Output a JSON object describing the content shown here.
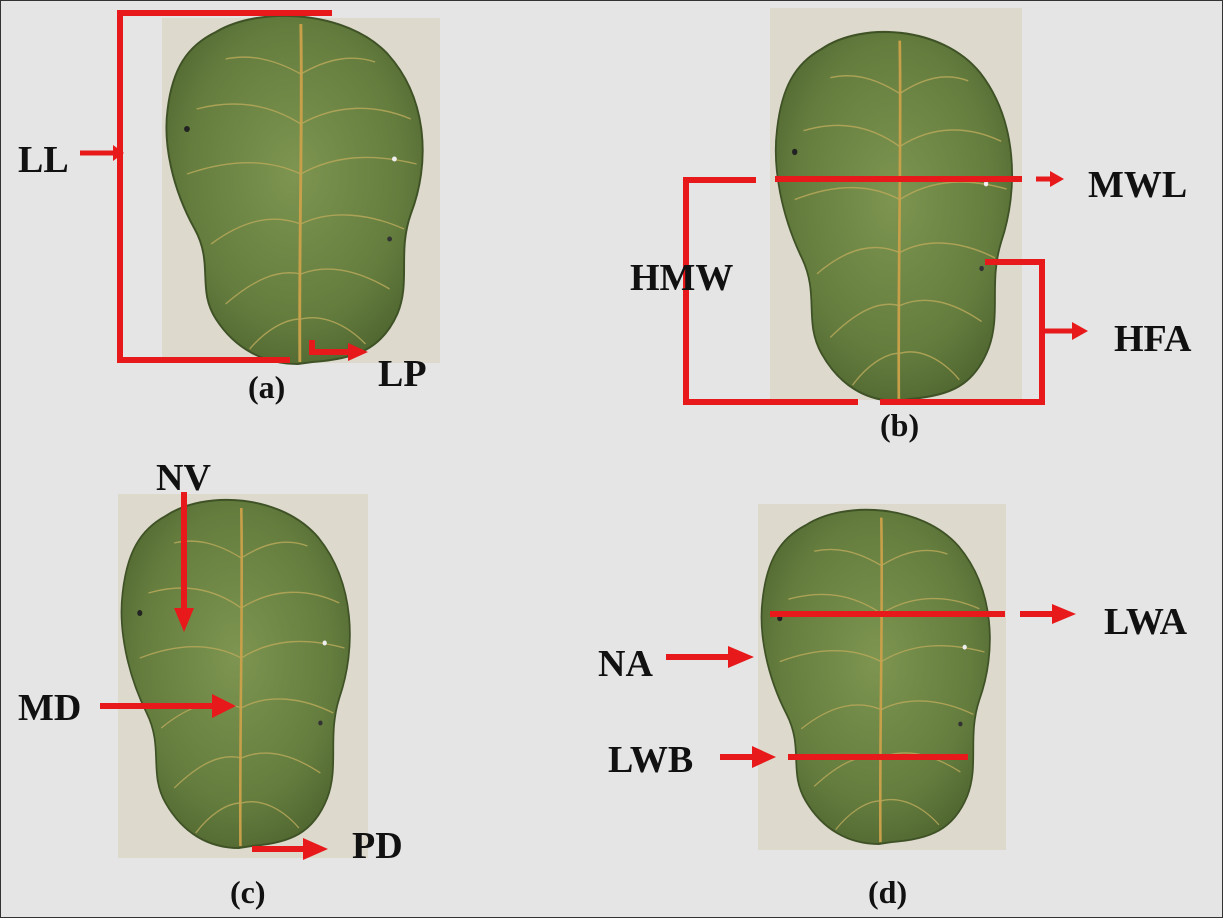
{
  "colors": {
    "background": "#e5e5e5",
    "annotation": "#e8191a",
    "leaf": "#6b8443",
    "leaf_vein": "#b8a85a",
    "backdrop": "#ddd9cd",
    "label": "#111111"
  },
  "panels": {
    "a": {
      "caption": "(a)",
      "labels": {
        "ll": "LL",
        "lp": "LP"
      }
    },
    "b": {
      "caption": "(b)",
      "labels": {
        "mwl": "MWL",
        "hmw": "HMW",
        "hfa": "HFA"
      }
    },
    "c": {
      "caption": "(c)",
      "labels": {
        "nv": "NV",
        "md": "MD",
        "pd": "PD"
      }
    },
    "d": {
      "caption": "(d)",
      "labels": {
        "lwa": "LWA",
        "na": "NA",
        "lwb": "LWB"
      }
    }
  }
}
